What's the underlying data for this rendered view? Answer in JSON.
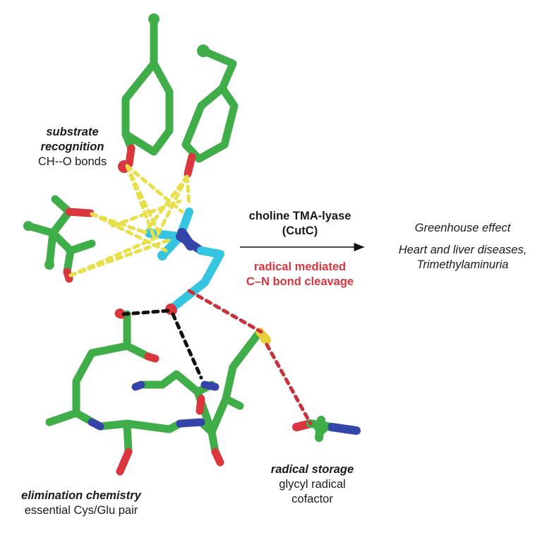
{
  "colors": {
    "carbon": "#3fae49",
    "oxygen": "#d9363e",
    "nitrogen": "#3544a8",
    "substrate_carbon": "#36c5e0",
    "sulfur": "#e5cf3a",
    "hbond_yellow": "#e8e04a",
    "hbond_black": "#111111",
    "radical_red": "#c8323a"
  },
  "labels": {
    "substrate_recognition": {
      "line1": "substrate",
      "line2": "recognition",
      "line3": "CH--O bonds"
    },
    "enzyme": {
      "line1": "choline TMA-lyase",
      "line2": "(CutC)"
    },
    "mechanism": {
      "line1": "radical mediated",
      "line2": "C–N bond cleavage"
    },
    "outcomes": {
      "line1": "Greenhouse effect",
      "line2": "Heart and liver diseases,",
      "line3": "Trimethylaminuria"
    },
    "elimination": {
      "line1": "elimination chemistry",
      "line2": "essential Cys/Glu pair"
    },
    "radical_storage": {
      "line1": "radical storage",
      "line2": "glycyl radical",
      "line3": "cofactor"
    }
  },
  "icons": {
    "arrow": "right-arrow-icon"
  }
}
